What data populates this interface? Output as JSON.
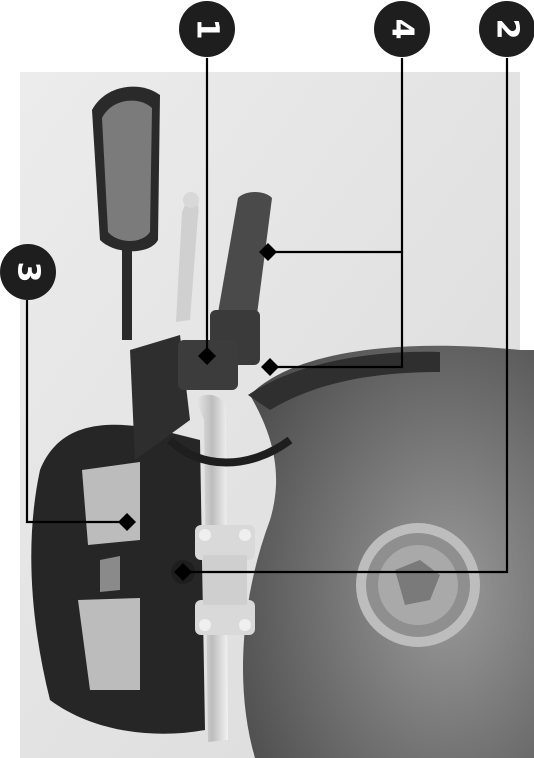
{
  "figure": {
    "subject": "motorcycle-handlebar-left-side",
    "callouts": [
      {
        "id": "c1",
        "label": "1"
      },
      {
        "id": "c2",
        "label": "2"
      },
      {
        "id": "c3",
        "label": "3"
      },
      {
        "id": "c4",
        "label": "4"
      }
    ],
    "colors": {
      "callout_fill": "#1e1e1e",
      "callout_text": "#ffffff",
      "leader_line": "#000000",
      "background_panel": "#e6e6e6",
      "bike_dark": "#3a3a3a",
      "bike_mid": "#6b6b6b",
      "chrome": "#c9c9c9"
    }
  }
}
